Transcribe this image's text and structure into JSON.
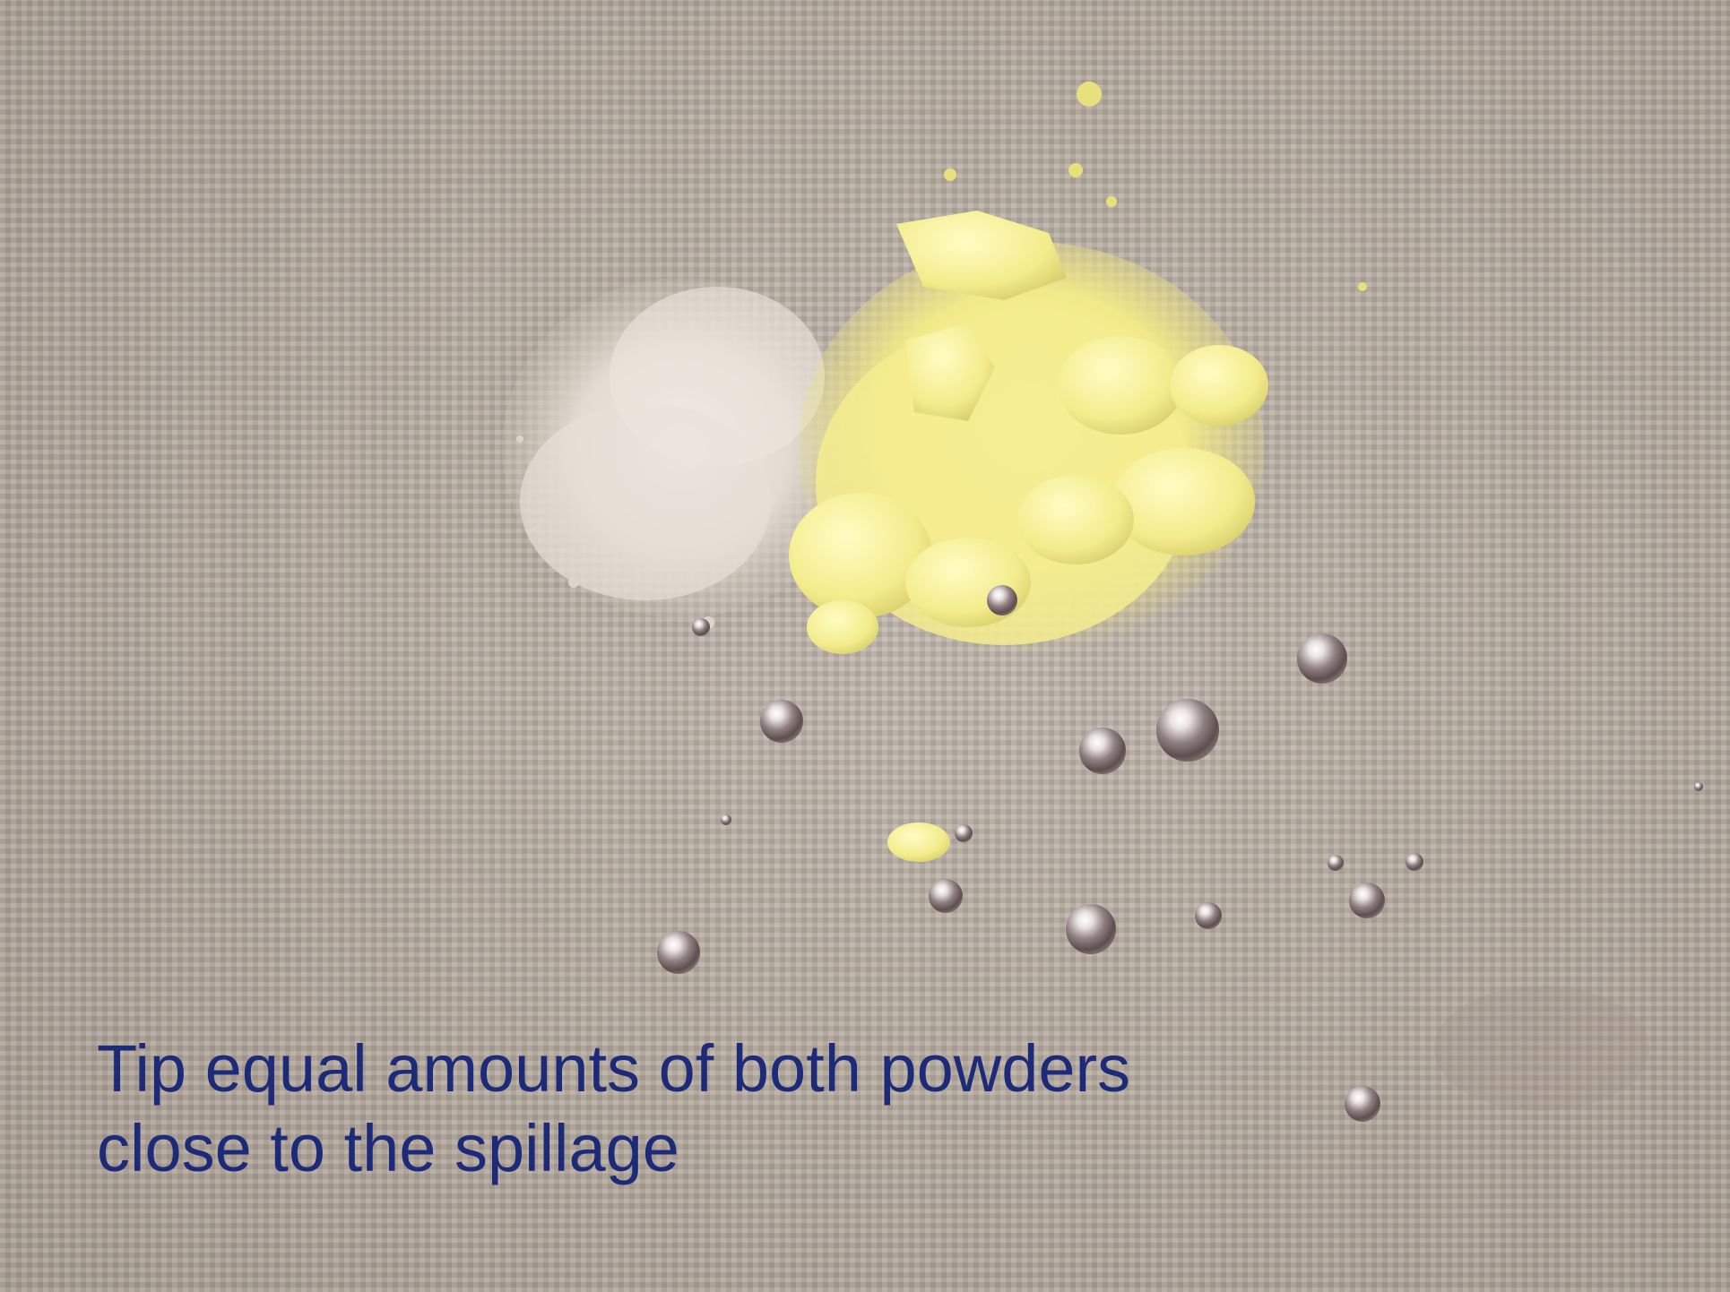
{
  "caption": {
    "line1": "Tip equal amounts of both powders",
    "line2": "close to the spillage",
    "color": "#1c2a78"
  },
  "scene": {
    "background": "grey woven cloth",
    "objects": [
      "white powder pile",
      "yellow powder pile",
      "mercury droplets"
    ]
  }
}
